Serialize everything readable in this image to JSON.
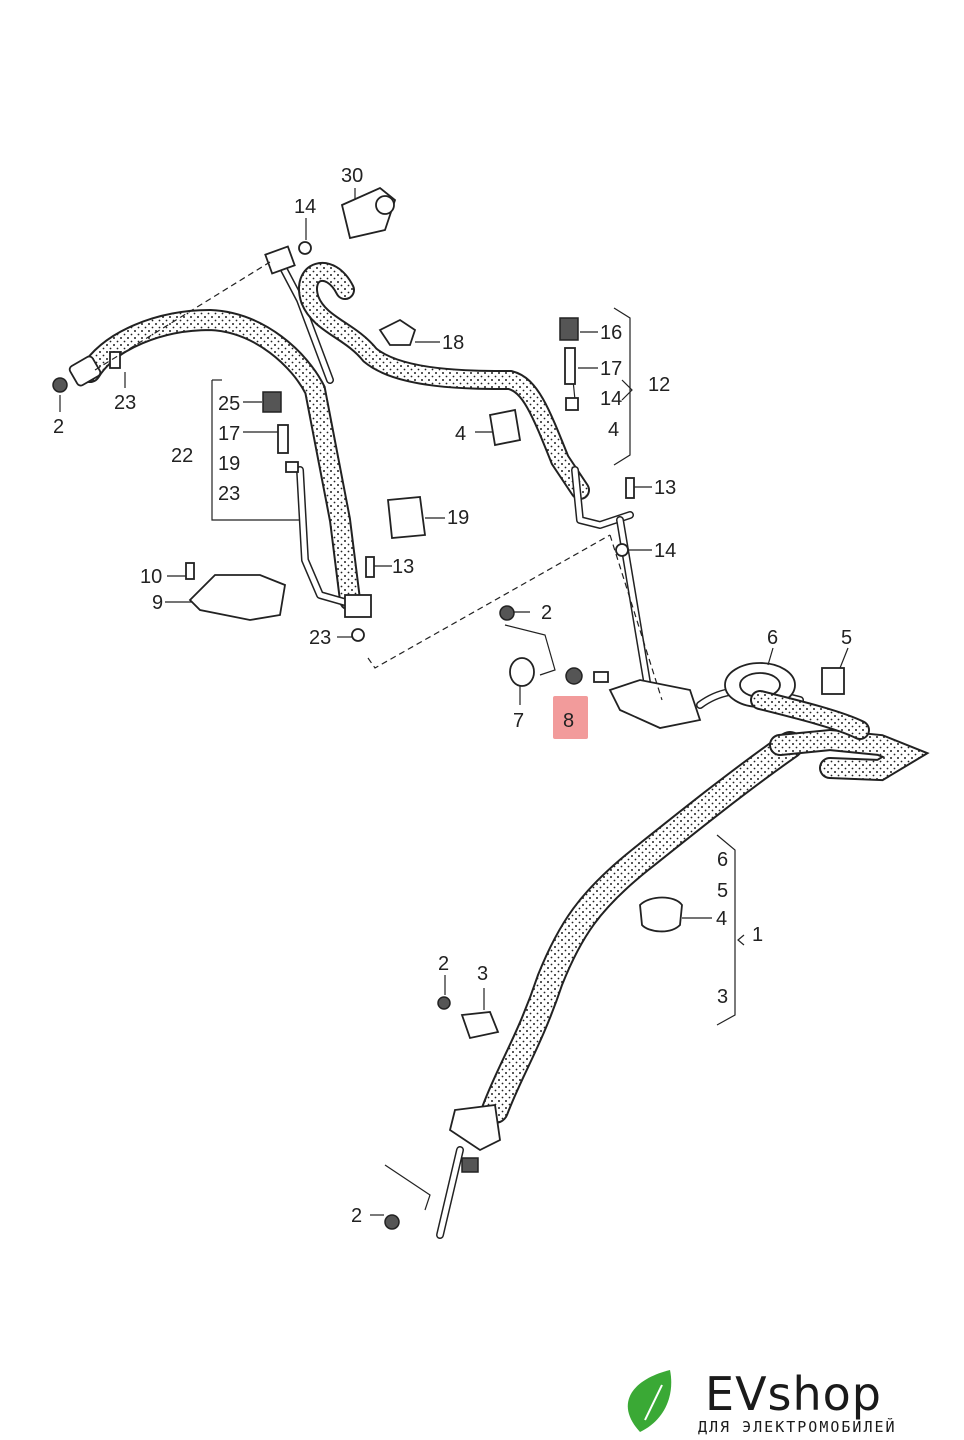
{
  "diagram": {
    "labels": {
      "l30": "30",
      "l14a": "14",
      "l2a": "2",
      "l23a": "23",
      "l25": "25",
      "l17a": "17",
      "l22": "22",
      "l19a": "19",
      "l23b": "23",
      "l19b": "19",
      "l18": "18",
      "l16": "16",
      "l17b": "17",
      "l12": "12",
      "l14b": "14",
      "l4a": "4",
      "l4b": "4",
      "l13a": "13",
      "l14c": "14",
      "l10": "10",
      "l9": "9",
      "l13b": "13",
      "l23c": "23",
      "l2b": "2",
      "l6a": "6",
      "l5a": "5",
      "l7": "7",
      "l8": "8",
      "l6b": "6",
      "l5b": "5",
      "l4c": "4",
      "l1": "1",
      "l3a": "3",
      "l2c": "2",
      "l3b": "3",
      "l2d": "2"
    },
    "highlight_color": "#f08a8a"
  },
  "logo": {
    "brand": "EVshop",
    "tagline": "ДЛЯ ЭЛЕКТРОМОБИЛЕЙ",
    "leaf_color": "#3aa935"
  }
}
